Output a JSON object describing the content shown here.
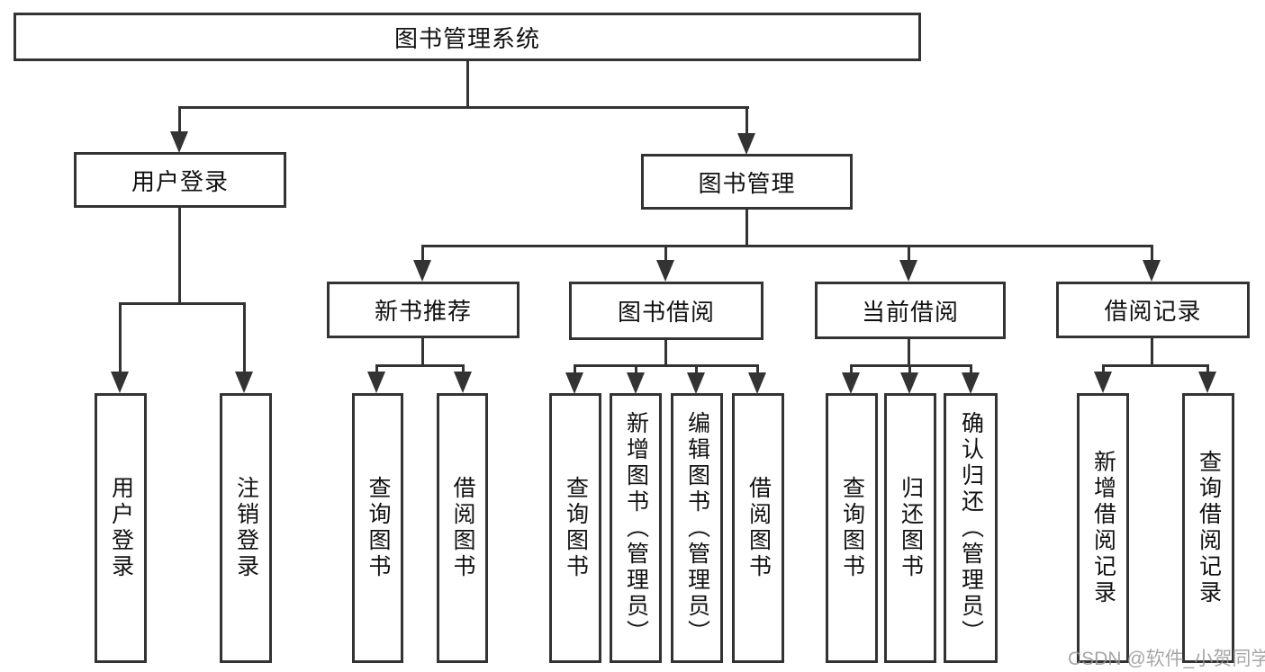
{
  "diagram_type": "tree",
  "tree": {
    "root": {
      "label": "图书管理系统",
      "children": [
        {
          "label": "用户登录",
          "children": [
            {
              "label": "用户登录"
            },
            {
              "label": "注销登录"
            }
          ]
        },
        {
          "label": "图书管理",
          "children": [
            {
              "label": "新书推荐",
              "children": [
                {
                  "label": "查询图书"
                },
                {
                  "label": "借阅图书"
                }
              ]
            },
            {
              "label": "图书借阅",
              "children": [
                {
                  "label": "查询图书"
                },
                {
                  "label": "新增图书（管理员）"
                },
                {
                  "label": "编辑图书（管理员）"
                },
                {
                  "label": "借阅图书"
                }
              ]
            },
            {
              "label": "当前借阅",
              "children": [
                {
                  "label": "查询图书"
                },
                {
                  "label": "归还图书"
                },
                {
                  "label": "确认归还（管理员）"
                }
              ]
            },
            {
              "label": "借阅记录",
              "children": [
                {
                  "label": "新增借阅记录"
                },
                {
                  "label": "查询借阅记录"
                }
              ]
            }
          ]
        }
      ]
    }
  },
  "watermark": {
    "text": "CSDN @软件_小贺同学"
  },
  "colors": {
    "line": "#333333",
    "text": "#111111",
    "box_fill": "#ffffff",
    "watermark": "#969696",
    "background": "#ffffff"
  }
}
